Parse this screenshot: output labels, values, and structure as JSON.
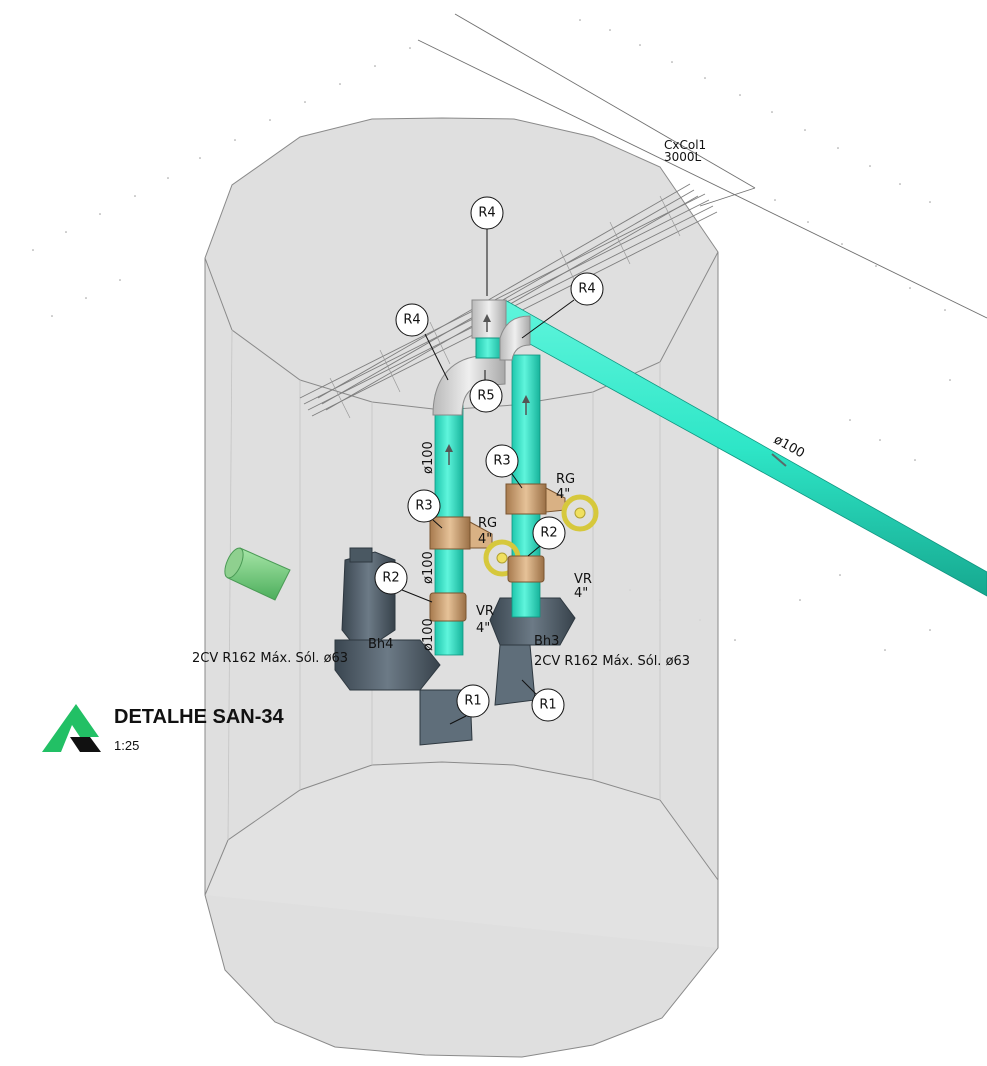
{
  "title": {
    "heading": "DETALHE SAN-34",
    "scale": "1:25"
  },
  "colors": {
    "logo_green": "#22c065",
    "logo_dark": "#111111",
    "pipe_cyan": "#2ee6c7",
    "brass": "#c9a070",
    "handwheel": "#f0e060",
    "tank_fill": "#d9d9d9",
    "pump_body": "#4c5a66"
  },
  "box": {
    "name": "CxCol1",
    "capacity": "3000L"
  },
  "pipe_labels": {
    "outlet": "ø100",
    "riser_left_top": "ø100",
    "riser_left_mid": "ø100",
    "riser_left_low": "ø100"
  },
  "valves": {
    "rg_right": "RG",
    "rg_right_size": "4\"",
    "rg_left": "RG",
    "rg_left_size": "4\"",
    "vr_right": "VR",
    "vr_right_size": "4\"",
    "vr_left": "VR",
    "vr_left_size": "4\""
  },
  "pumps": {
    "left_name": "Bh4",
    "left_spec": "2CV R162 Máx. Sól. ø63",
    "right_name": "Bh3",
    "right_spec": "2CV R162 Máx. Sól. ø63"
  },
  "tags": {
    "r4_top": "R4",
    "r4_left": "R4",
    "r4_right": "R4",
    "r5": "R5",
    "r3_left": "R3",
    "r3_right": "R3",
    "r2_left": "R2",
    "r2_right": "R2",
    "r1_left": "R1",
    "r1_right": "R1"
  }
}
